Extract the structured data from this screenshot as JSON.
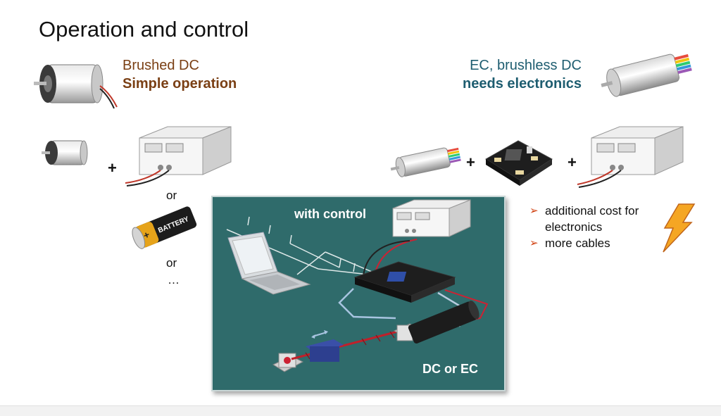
{
  "title": "Operation and control",
  "brushed": {
    "name": "Brushed DC",
    "note": "Simple operation"
  },
  "ec": {
    "name": "EC, brushless DC",
    "note": "needs electronics"
  },
  "symbols": {
    "plus": "+",
    "or": "or",
    "ellipsis": "…"
  },
  "battery_text": "BATTERY",
  "bullets": [
    "additional cost for electronics",
    "more cables"
  ],
  "control": {
    "with_control": "with control",
    "motor_types": "DC or EC"
  },
  "colors": {
    "brushed": "#7a3f14",
    "ec": "#1e5d70",
    "panel": "#2f6b6b",
    "bullet": "#d04010",
    "lightning": "#f5a623"
  },
  "icons": [
    "brushed-dc-motor-icon",
    "ec-motor-icon",
    "power-supply-icon",
    "battery-icon",
    "controller-board-icon",
    "laptop-icon",
    "linear-actuator-icon",
    "lightning-icon"
  ]
}
